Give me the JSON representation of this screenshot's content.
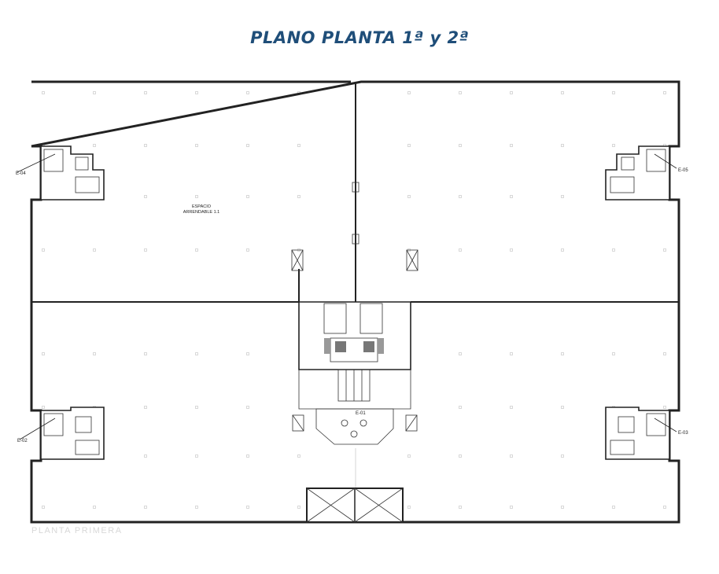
{
  "title": "PLANO PLANTA 1ª y 2ª",
  "space_label_1": "ESPACIO",
  "space_label_2": "ARRENDABLE 1.1",
  "stair_labels": [
    "E-04",
    "E-05",
    "E-02",
    "E-03",
    "E-01"
  ],
  "footer_caption": "PLANTA PRIMERA",
  "colors": {
    "title": "#1f4e79",
    "lines": "#222222",
    "columns": "#cfcfcf"
  }
}
